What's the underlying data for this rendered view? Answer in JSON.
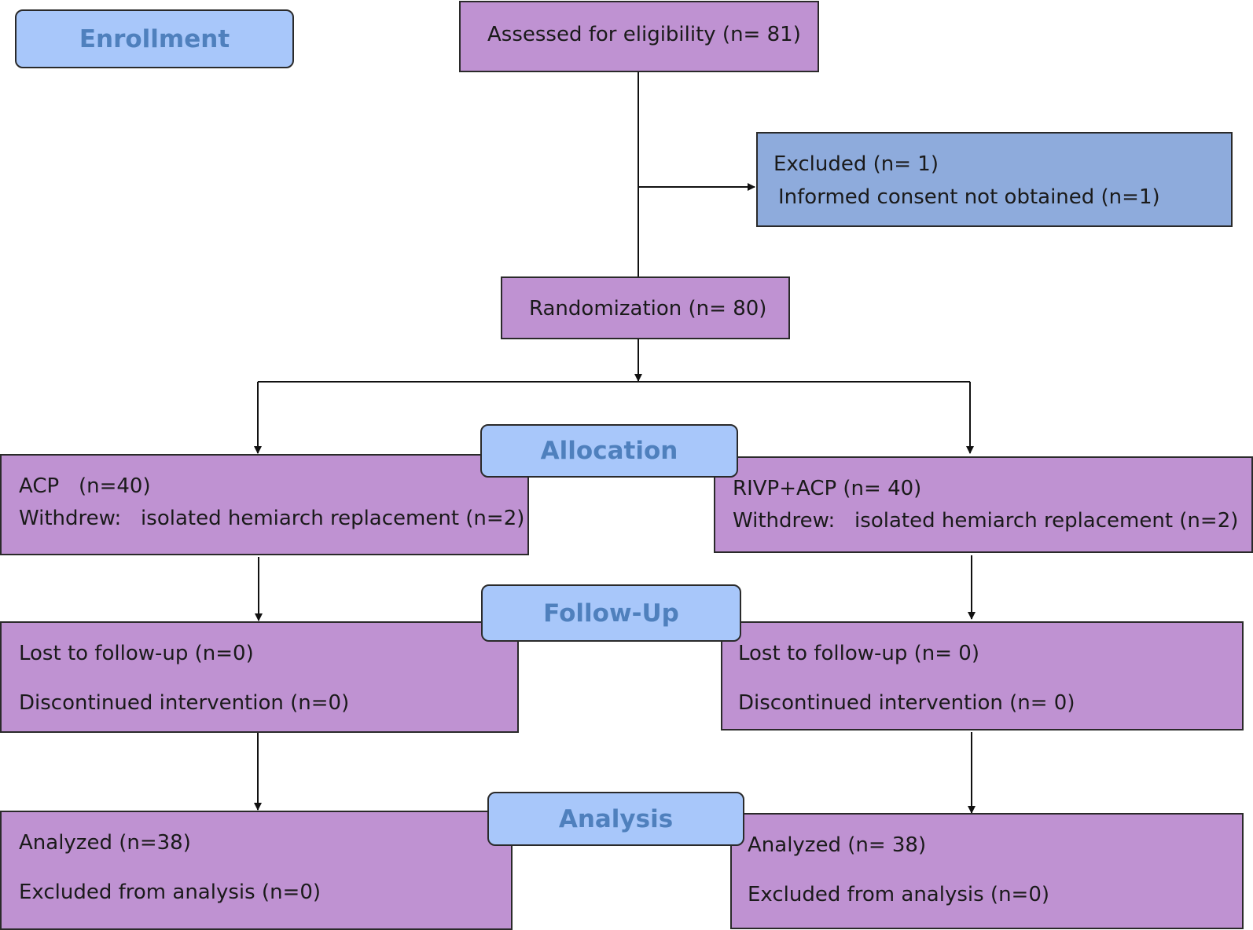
{
  "stages": {
    "enrollment": "Enrollment",
    "allocation": "Allocation",
    "follow_up": "Follow-Up",
    "analysis": "Analysis"
  },
  "assessed": "Assessed for eligibility (n= 81)",
  "excluded": {
    "title": "Excluded (n= 1)",
    "reason": "Informed consent not obtained (n=1)"
  },
  "randomization": "Randomization (n= 80)",
  "arms": {
    "acp": {
      "allocation_label": "ACP   (n=40)",
      "withdrew": "Withdrew:   isolated hemiarch replacement (n=2)",
      "lost_followup": "Lost to follow-up (n=0)",
      "discontinued": "Discontinued intervention (n=0)",
      "analyzed": "Analyzed (n=38)",
      "excluded_analysis": "Excluded from analysis (n=0)"
    },
    "rivp_acp": {
      "allocation_label": "RIVP+ACP (n= 40)",
      "withdrew": "Withdrew:   isolated hemiarch replacement (n=2)",
      "lost_followup": "Lost to follow-up (n= 0)",
      "discontinued": "Discontinued intervention (n= 0)",
      "analyzed": "Analyzed (n= 38)",
      "excluded_analysis": "Excluded from analysis (n=0)"
    }
  }
}
